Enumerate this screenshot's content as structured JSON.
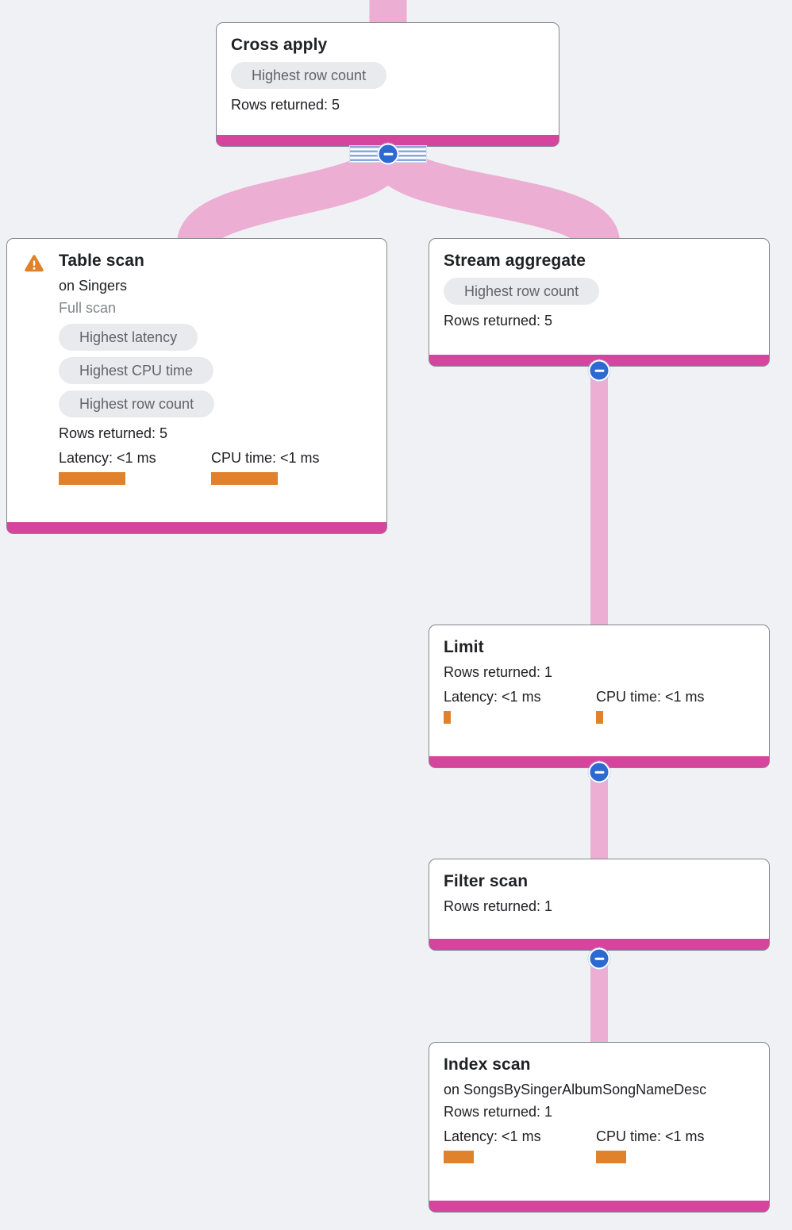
{
  "canvas": {
    "background_color": "#f0f1f4"
  },
  "colors": {
    "node_accent_bar": "#d6459d",
    "edge_pink": "#ecaed3",
    "collapse_button_blue": "#2c6ad2",
    "metric_bar_orange": "#e0812c",
    "badge_background": "#e9eaed",
    "badge_text": "#5f6368",
    "warning_orange": "#e0812c",
    "muted_text": "#80868b"
  },
  "nodes": {
    "cross_apply": {
      "title": "Cross apply",
      "badges": [
        "Highest row count"
      ],
      "rows_returned": "Rows returned: 5"
    },
    "table_scan": {
      "title": "Table scan",
      "subtitle": "on Singers",
      "note": "Full scan",
      "warning_icon": "warning-icon",
      "badges": [
        "Highest latency",
        "Highest CPU time",
        "Highest row count"
      ],
      "rows_returned": "Rows returned: 5",
      "metrics": [
        {
          "label": "Latency: <1 ms",
          "bar_style": "width:84px"
        },
        {
          "label": "CPU time: <1 ms",
          "bar_style": "width:84px"
        }
      ]
    },
    "stream_aggregate": {
      "title": "Stream aggregate",
      "badges": [
        "Highest row count"
      ],
      "rows_returned": "Rows returned: 5"
    },
    "limit": {
      "title": "Limit",
      "rows_returned": "Rows returned: 1",
      "metrics": [
        {
          "label": "Latency: <1 ms",
          "bar_style": "width:9px"
        },
        {
          "label": "CPU time: <1 ms",
          "bar_style": "width:9px"
        }
      ]
    },
    "filter_scan": {
      "title": "Filter scan",
      "rows_returned": "Rows returned: 1"
    },
    "index_scan": {
      "title": "Index scan",
      "subtitle": "on SongsBySingerAlbumSongNameDesc",
      "rows_returned": "Rows returned: 1",
      "metrics": [
        {
          "label": "Latency: <1 ms",
          "bar_style": "width:38px"
        },
        {
          "label": "CPU time: <1 ms",
          "bar_style": "width:38px"
        }
      ]
    }
  },
  "edges": [
    {
      "from": "parent-offscreen",
      "to": "cross_apply"
    },
    {
      "from": "cross_apply",
      "to": "table_scan"
    },
    {
      "from": "cross_apply",
      "to": "stream_aggregate"
    },
    {
      "from": "stream_aggregate",
      "to": "limit"
    },
    {
      "from": "limit",
      "to": "filter_scan"
    },
    {
      "from": "filter_scan",
      "to": "index_scan"
    }
  ]
}
